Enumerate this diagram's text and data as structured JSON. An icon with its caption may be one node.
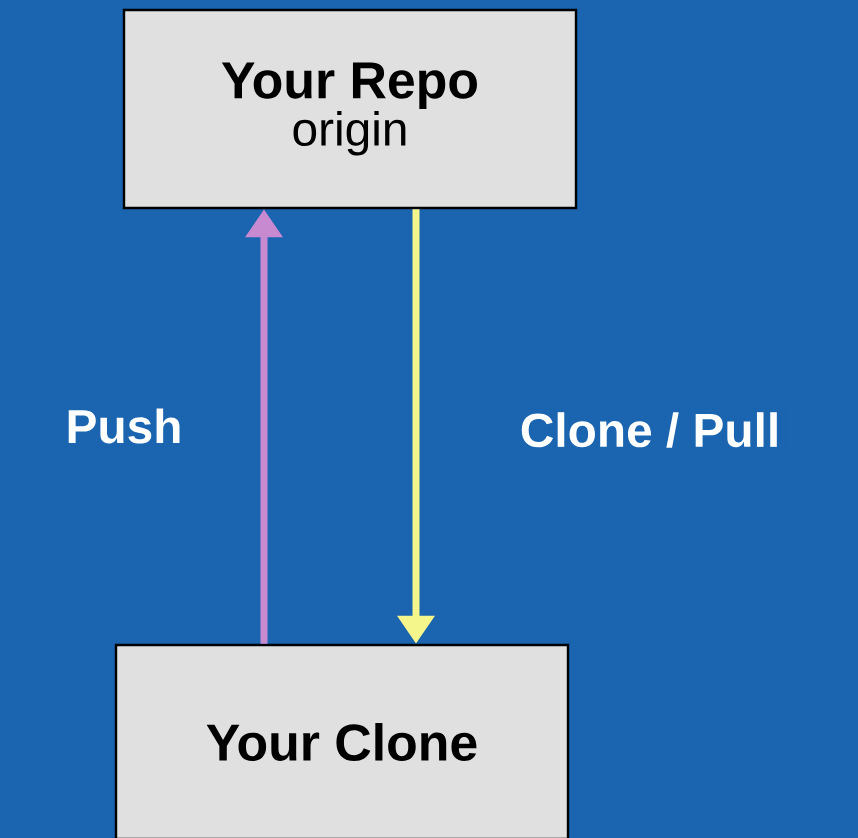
{
  "diagram": {
    "nodes": [
      {
        "text": [
          "Your Repo",
          "origin"
        ]
      },
      {
        "text": [
          "Your Clone"
        ]
      }
    ],
    "edges": [
      {
        "from": 1,
        "to": 0,
        "arrow": "to",
        "label": "Push",
        "color": "#c78ad0"
      },
      {
        "from": 0,
        "to": 1,
        "arrow": "to",
        "label": "Clone / Pull",
        "color": "#f4f58a"
      }
    ]
  }
}
